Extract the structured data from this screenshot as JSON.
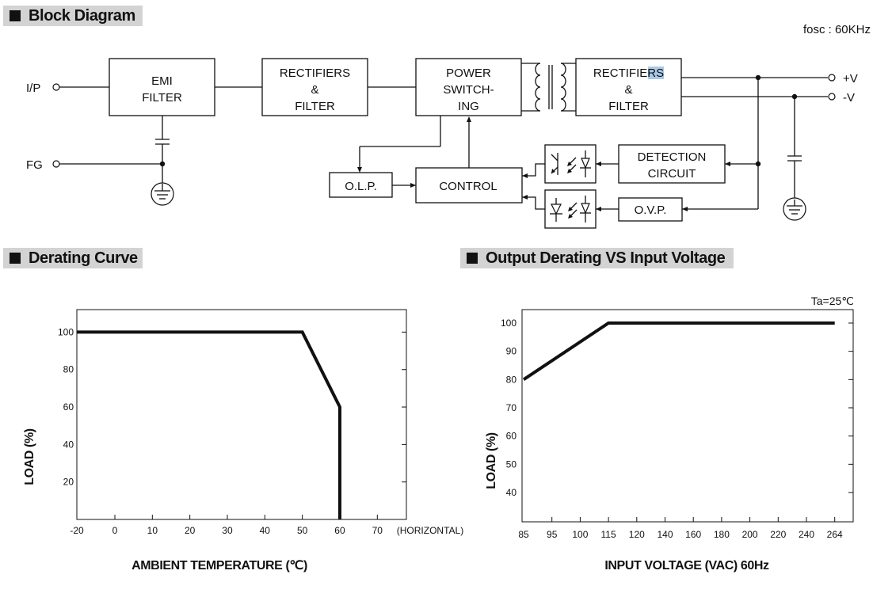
{
  "sections": {
    "block_diagram": "Block Diagram",
    "derating_curve": "Derating Curve",
    "output_derating": "Output Derating VS Input Voltage"
  },
  "block_diagram": {
    "fosc": "fosc : 60KHz",
    "terminals": {
      "ip": "I/P",
      "fg": "FG",
      "vpos": "+V",
      "vneg": "-V"
    },
    "blocks": {
      "emi": [
        "EMI",
        "FILTER"
      ],
      "rect_in": [
        "RECTIFIERS",
        "&",
        "FILTER"
      ],
      "power": [
        "POWER",
        "SWITCH-",
        "ING"
      ],
      "rect_out": [
        "RECTIFIERS",
        "&",
        "FILTER"
      ],
      "olp": [
        "O.L.P."
      ],
      "control": [
        "CONTROL"
      ],
      "detection": [
        "DETECTION",
        "CIRCUIT"
      ],
      "ovp": [
        "O.V.P."
      ]
    }
  },
  "chart_data": [
    {
      "type": "line",
      "title": "Derating Curve",
      "xlabel": "AMBIENT TEMPERATURE (℃)",
      "ylabel": "LOAD (%)",
      "x_ticks": [
        -20,
        0,
        10,
        20,
        30,
        40,
        50,
        60,
        70
      ],
      "x_tick_labels": [
        "-20",
        "0",
        "10",
        "20",
        "30",
        "40",
        "50",
        "60",
        "70"
      ],
      "x_extra_label": "(HORIZONTAL)",
      "y_ticks": [
        20,
        40,
        60,
        80,
        100
      ],
      "y_tick_labels": [
        "20",
        "40",
        "60",
        "80",
        "100"
      ],
      "xlim": [
        -20,
        80
      ],
      "ylim": [
        0,
        110
      ],
      "grid": false,
      "series": [
        {
          "x": [
            -20,
            50,
            60,
            60
          ],
          "y": [
            100,
            100,
            60,
            0
          ]
        }
      ]
    },
    {
      "type": "line",
      "title": "Output Derating VS Input Voltage",
      "annotation": "Ta=25℃",
      "xlabel": "INPUT VOLTAGE (VAC) 60Hz",
      "ylabel": "LOAD (%)",
      "x_categories": [
        "85",
        "95",
        "100",
        "115",
        "120",
        "140",
        "160",
        "180",
        "200",
        "220",
        "240",
        "264"
      ],
      "y_ticks": [
        40,
        50,
        60,
        70,
        80,
        90,
        100
      ],
      "y_tick_labels": [
        "40",
        "50",
        "60",
        "70",
        "80",
        "90",
        "100"
      ],
      "ylim": [
        30,
        105
      ],
      "grid": false,
      "series": [
        {
          "x": [
            "85",
            "115",
            "264"
          ],
          "y": [
            80,
            100,
            100
          ]
        }
      ]
    }
  ]
}
